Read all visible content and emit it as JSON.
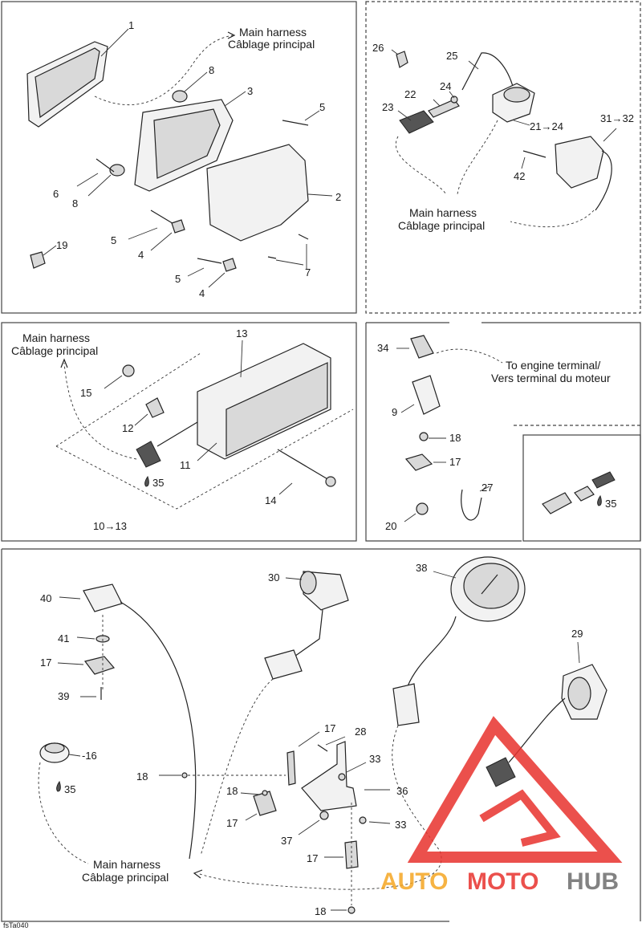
{
  "harness": {
    "en": "Main harness",
    "fr": "Câblage principal"
  },
  "engine_terminal": {
    "en": "To engine terminal/",
    "fr": "Vers terminal du moteur"
  },
  "labels": {
    "p1": "1",
    "p2": "2",
    "p3": "3",
    "p4a": "4",
    "p4b": "4",
    "p5a": "5",
    "p5b": "5",
    "p5c": "5",
    "p6": "6",
    "p7": "7",
    "p8a": "8",
    "p8b": "8",
    "p19": "19",
    "p26": "26",
    "p25": "25",
    "p24": "24",
    "p22": "22",
    "p23": "23",
    "p21_24": "21→24",
    "p31_32": "31→32",
    "p42": "42",
    "p13": "13",
    "p15": "15",
    "p12": "12",
    "p11": "11",
    "p14": "14",
    "p35a": "35",
    "p10_13": "10→13",
    "p34": "34",
    "p9": "9",
    "p18a": "18",
    "p17a": "17",
    "p27": "27",
    "p20": "20",
    "p35b": "35",
    "p40": "40",
    "p41": "41",
    "p17b": "17",
    "p39": "39",
    "p16": "-16",
    "p35c": "35",
    "p30": "30",
    "p38": "38",
    "p29": "29",
    "p17c": "17",
    "p28": "28",
    "p33a": "33",
    "p18b": "18",
    "p18c": "18",
    "p36": "36",
    "p17d": "17",
    "p33b": "33",
    "p37": "37",
    "p17e": "17",
    "p18d": "18"
  },
  "drop_icon": "oil-drop-icon",
  "watermark": {
    "auto": "AUTO",
    "moto": "MOTO",
    "hub": "HUB",
    "color_orange": "#f5a623",
    "color_red": "#e8322d",
    "color_gray": "#6d6d6d"
  },
  "footer_code": "fsTa040"
}
